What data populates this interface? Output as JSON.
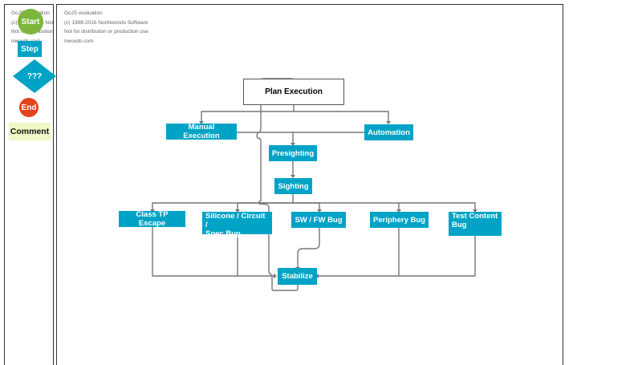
{
  "watermark": {
    "lines": [
      "GoJS evaluation",
      "(c) 1998-2016 Northwoods Software",
      "Not for distribution or production use",
      "nwoods.com"
    ]
  },
  "palette": {
    "start": "Start",
    "step": "Step",
    "decision": "???",
    "end": "End",
    "comment": "Comment"
  },
  "nodes": {
    "plan_execution": "Plan Execution",
    "manual_execution": "Manual Execution",
    "automation": "Automation",
    "presighting": "Presighting",
    "sighting": "Sighting",
    "class_tp_escape": "Class TP Escape",
    "silicone_line1": "Silicone / Circuit /",
    "silicone_line2": "Spec Bug",
    "sw_fw_bug": "SW / FW Bug",
    "periphery_bug": "Periphery Bug",
    "test_content_line1": "Test Content",
    "test_content_line2": "Bug",
    "stabilize": "Stabilize"
  },
  "colors": {
    "step": "#00a3c6",
    "start": "#7db63a",
    "end": "#e0451b",
    "comment": "#eef7c5",
    "link": "#777777"
  }
}
